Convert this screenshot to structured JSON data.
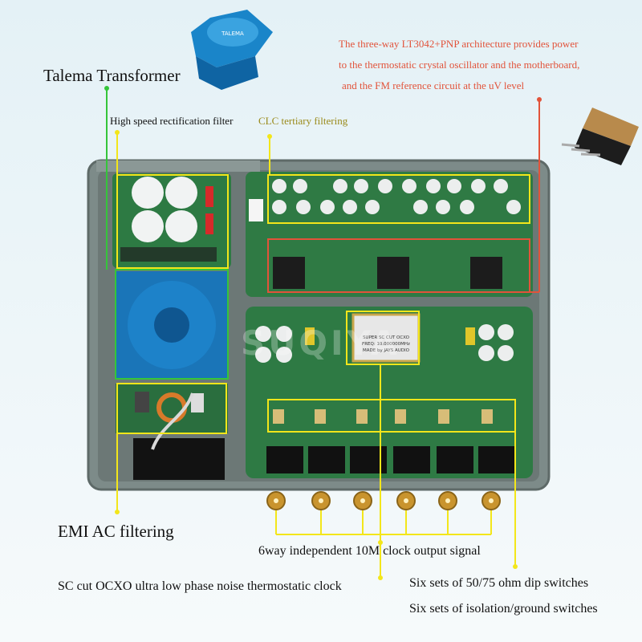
{
  "labels": {
    "transformer": "Talema Transformer",
    "lt3042": [
      "The three-way LT3042+PNP architecture provides power",
      "to the thermostatic crystal oscillator and the motherboard,",
      "and the FM reference circuit at the uV level"
    ],
    "rectification": "High speed rectification filter",
    "clc": "CLC tertiary filtering",
    "emi": "EMI AC filtering",
    "clock_output": "6way independent 10M clock output signal",
    "ocxo": "SC cut OCXO ultra low phase noise thermostatic clock",
    "dip": "Six sets of 50/75 ohm dip switches",
    "isolation": "Six sets of isolation/ground switches"
  },
  "watermark": "SUQIYA",
  "oscillator_label": [
    "SUPER SC CUT OCXO",
    "FREQ: 10.000000MHz",
    "MADE by JAYS AUDIO"
  ],
  "colors": {
    "green": "#35c53a",
    "yellow": "#f3e61a",
    "orange": "#e2533a",
    "pcb": "#2f7a44",
    "case": "#7e8c8a"
  }
}
